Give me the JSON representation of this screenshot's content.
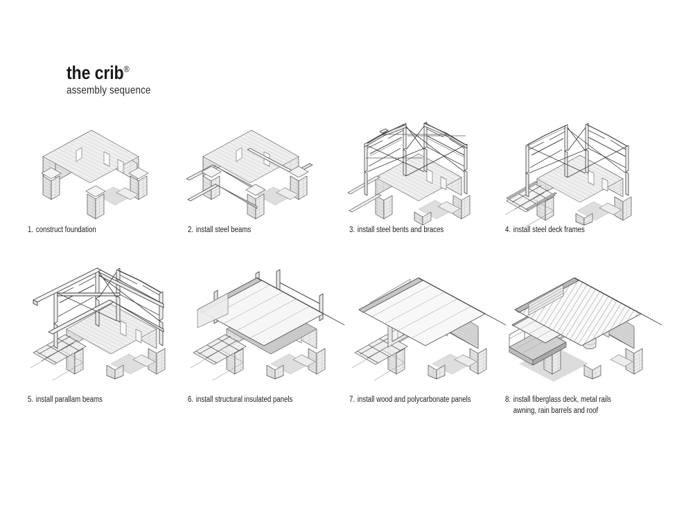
{
  "logo": {
    "name": "the crib",
    "trademark": "®",
    "subtitle": "assembly sequence"
  },
  "palette": {
    "background": "#ffffff",
    "line": "#4a4a4a",
    "line_light": "#8d8d8d",
    "masonry_fill": "#e8e8e8",
    "masonry_hatch": "#b4b4b4",
    "roof_fill": "#f2f2f2",
    "roof_rib": "#8a8a8a",
    "shade_light": "#dcdcdc",
    "shade_mid": "#c4c4c4",
    "shade_dark": "#a6a6a6",
    "ground_shadow": "#d9d9d9",
    "text": "#1c1c1c"
  },
  "steps": [
    {
      "number": "1.",
      "label": "construct foundation",
      "line2": ""
    },
    {
      "number": "2.",
      "label": "install steel beams",
      "line2": ""
    },
    {
      "number": "3.",
      "label": "install steel bents and braces",
      "line2": ""
    },
    {
      "number": "4.",
      "label": "install steel deck frames",
      "line2": ""
    },
    {
      "number": "5.",
      "label": "install parallam beams",
      "line2": ""
    },
    {
      "number": "6.",
      "label": "install structural insulated panels",
      "line2": ""
    },
    {
      "number": "7.",
      "label": "install wood and polycarbonate panels",
      "line2": ""
    },
    {
      "number": "8.",
      "label": "install fiberglass deck, metal rails",
      "line2": "awning, rain barrels and roof"
    }
  ]
}
